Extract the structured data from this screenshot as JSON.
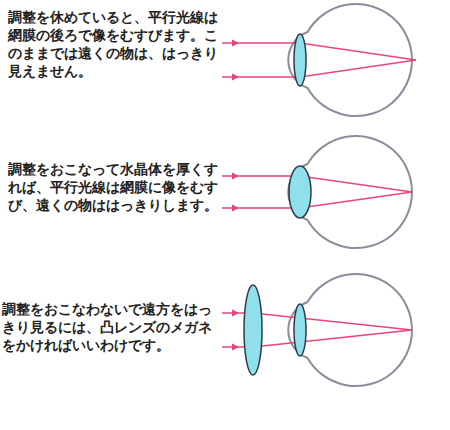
{
  "diagram": {
    "labels": [
      "調整を休めていると、平行光線は網膜の後ろで像をむすびます。このままでは遠くの物は、はっきり見えません。",
      "調整をおこなって水晶体を厚くすれば、平行光線は網膜に像をむすび、遠くの物ははっきりします。",
      "調整をおこなわないで遠方をはっきり見るには、凸レンズのメガネをかければいいわけです。"
    ]
  }
}
